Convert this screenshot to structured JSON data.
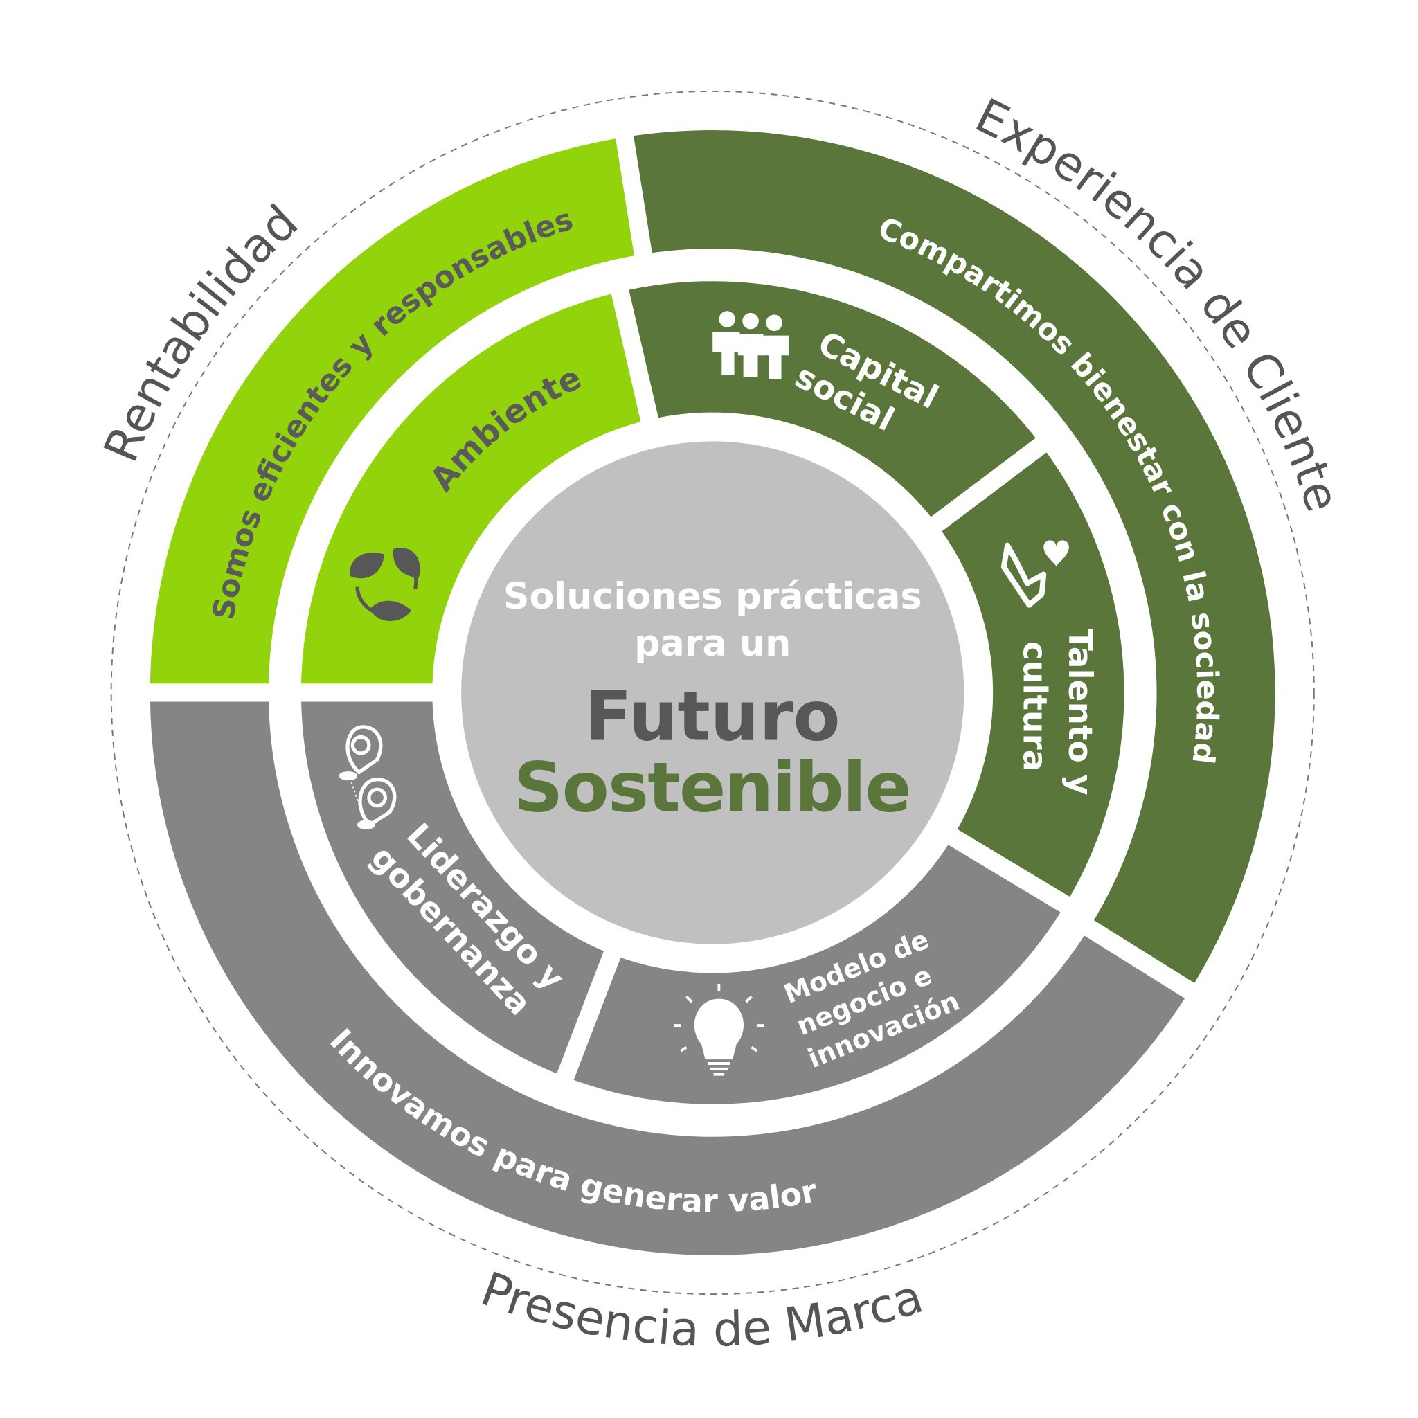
{
  "center": {
    "line1": "Soluciones prácticas",
    "line2": "para un",
    "line3": "Futuro",
    "line4": "Sostenible"
  },
  "outer_labels": {
    "left": "Rentabilidad",
    "right": "Experiencia de Cliente",
    "bottom": "Presencia de Marca"
  },
  "outer_ring": {
    "environment": "Somos eficientes y responsables",
    "social": "Compartimos bienestar con la sociedad",
    "governance": "Innovamos para generar valor"
  },
  "inner_ring": {
    "ambiente": "Ambiente",
    "capital_social": [
      "Capital",
      "social"
    ],
    "talento": [
      "Talento y",
      "cultura"
    ],
    "modelo": [
      "Modelo de",
      "negocio e",
      "innovación"
    ],
    "liderazgo": [
      "Liderazgo y",
      "gobernanza"
    ]
  },
  "icons": {
    "ambiente": "leaves-cycle-icon",
    "capital_social": "people-group-icon",
    "talento": "hand-heart-icon",
    "modelo": "lightbulb-icon",
    "liderazgo": "location-pins-icon"
  },
  "colors": {
    "light_green": "#93d30c",
    "dark_green": "#5a763b",
    "gray": "#858585",
    "center": "#c0c0c0",
    "dark_text": "#575757"
  }
}
